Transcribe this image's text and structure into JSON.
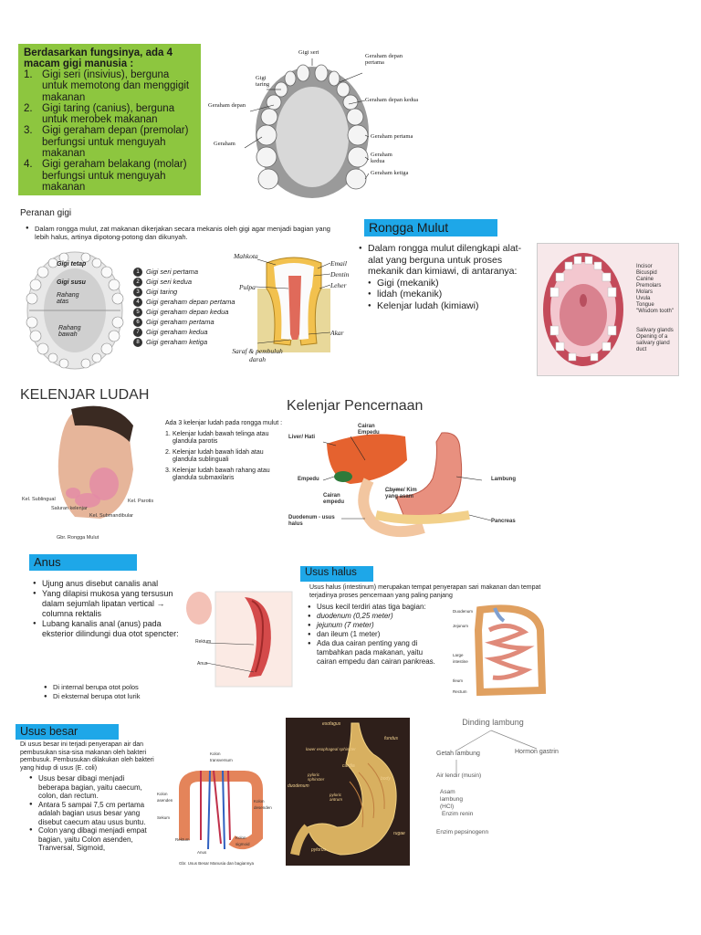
{
  "teeth_types": {
    "title": "Berdasarkan fungsinya, ada 4 macam gigi manusia :",
    "items": [
      {
        "n": "1.",
        "text": "Gigi seri (insivius), berguna untuk memotong dan menggigit makanan"
      },
      {
        "n": "2.",
        "text": "Gigi taring (canius), berguna untuk merobek makanan"
      },
      {
        "n": "3.",
        "text": "Gigi geraham depan (premolar) berfungsi untuk menguyah makanan"
      },
      {
        "n": "4.",
        "text": "Gigi geraham belakang (molar) berfungsi untuk menguyah makanan"
      }
    ]
  },
  "jaw_labels": {
    "gigi_seri": "Gigi seri",
    "gigi_taring": "Gigi taring",
    "geraham_depan_left": "Geraham depan",
    "geraham_left": "Geraham",
    "geraham_depan_pertama": "Geraham depan pertama",
    "geraham_depan_kedua": "Geraham depan kedua",
    "geraham_pertama": "Geraham pertama",
    "geraham_kedua": "Geraham kedua",
    "geraham_ketiga": "Geraham ketiga"
  },
  "peranan": {
    "heading": "Peranan gigi",
    "text": "Dalam rongga mulut, zat makanan dikerjakan secara mekanis oleh gigi agar menjadi bagian yang lebih halus, artinya dipotong-potong dan dikunyah."
  },
  "arch_labels": {
    "gigi_tetap": "Gigi tetap",
    "gigi_susu": "Gigi susu",
    "rahang_atas": "Rahang atas",
    "rahang_bawah": "Rahang bawah"
  },
  "legend": [
    {
      "num": "1",
      "text": "Gigi seri pertama"
    },
    {
      "num": "2",
      "text": "Gigi seri kedua"
    },
    {
      "num": "3",
      "text": "Gigi taring"
    },
    {
      "num": "4",
      "text": "Gigi geraham depan pertama"
    },
    {
      "num": "5",
      "text": "Gigi geraham depan kedua"
    },
    {
      "num": "6",
      "text": "Gigi geraham pertama"
    },
    {
      "num": "7",
      "text": "Gigi geraham kedua"
    },
    {
      "num": "8",
      "text": "Gigi geraham ketiga"
    }
  ],
  "tooth_section": {
    "mahkota": "Mahkota",
    "email": "Email",
    "dentin": "Dentin",
    "leher": "Leher",
    "pulpa": "Pulpa",
    "akar": "Akar",
    "saraf": "Saraf & pembuluh darah"
  },
  "rongga_mulut": {
    "heading": "Rongga Mulut",
    "intro": "Dalam rongga mulut dilengkapi alat-alat yang berguna untuk proses mekanik dan kimiawi, di antaranya:",
    "items": [
      "Gigi (mekanik)",
      "lidah (mekanik)",
      "Kelenjar ludah (kimiawi)"
    ]
  },
  "mouth_labels": [
    "Incisor",
    "Bicuspid",
    "Canine",
    "Premolars",
    "Molars",
    "Uvula",
    "Tongue",
    "\"Wisdom tooth\"",
    "Salivary glands",
    "Opening of a salivary gland duct"
  ],
  "kelenjar_ludah": {
    "heading": "KELENJAR LUDAH",
    "intro": "Ada 3 kelenjar ludah pada rongga mulut :",
    "items": [
      {
        "n": "1.",
        "text": "Kelenjar ludah bawah telinga atau glandula parotis"
      },
      {
        "n": "2.",
        "text": "Kelenjar ludah bawah lidah atau glandula sublinguali"
      },
      {
        "n": "3.",
        "text": "Kelenjar ludah bawah rahang atau glandula submaxilaris"
      }
    ],
    "fig_labels": {
      "sublingual": "Kel. Sublingual",
      "saluran": "Saluran kelenjar",
      "submandibular": "Kel. Submandibular",
      "parotis": "Kel. Parotis",
      "caption": "Gbr. Rongga Mulut"
    }
  },
  "kelenjar_pencernaan": {
    "heading": "Kelenjar Pencernaan",
    "labels": {
      "liver": "Liver/ Hati",
      "cairan_empedu_top": "Cairan Empedu",
      "empedu": "Empedu",
      "cairan_empedu": "Cairan empedu",
      "chyme": "Chyme/ Kim yang asam",
      "lambung": "Lambung",
      "duodenum": "Duodenum - usus halus",
      "pancreas": "Pancreas"
    }
  },
  "anus": {
    "heading": "Anus",
    "items": [
      "Ujung anus disebut canalis anal",
      "Yang dilapisi mukosa yang tersusun dalam sejumlah lipatan vertical → columna rektalis",
      "Lubang kanalis anal (anus) pada eksterior dilindungi dua otot spencter:"
    ],
    "sub_items": [
      "Di internal berupa otot polos",
      "Di eksternal berupa otot lurik"
    ],
    "fig_labels": {
      "rectum": "Rektum",
      "anus": "Anus"
    }
  },
  "usus_halus": {
    "heading": "Usus halus",
    "intro": "Usus halus (intestinum) merupakan tempat penyerapan sari makanan dan tempat terjadinya proses pencernaan yang paling panjang",
    "items": [
      "Usus kecil terdiri atas tiga bagian:",
      "duodenum (0,25 meter)",
      "jejunum (7 meter)",
      "dan ileum (1 meter)",
      "Ada dua cairan penting yang di tambahkan pada makanan, yaitu cairan empedu dan cairan pankreas."
    ],
    "fig_labels": [
      "Duodenum",
      "Jejunum",
      "Large intestine",
      "Ileum",
      "Rectum"
    ]
  },
  "usus_besar": {
    "heading": "Usus besar",
    "intro": "Di usus besar ini terjadi penyerapan air dan pembusukan sisa-sisa makanan oleh bakteri pembusuk. Pembusukan dilakukan oleh bakteri yang hidup di usus (E. coli)",
    "items": [
      "Usus besar dibagi menjadi beberapa bagian, yaitu caecum, colon, dan rectum.",
      "Antara 5 sampai 7,5 cm pertama adalah bagian usus besar yang disebut caecum atau usus buntu.",
      "Colon yang dibagi menjadi empat bagian, yaitu Colon asenden, Tranversal, Sigmoid,"
    ],
    "caption": "Gbr. Usus Besar Manusia dan bagiannya",
    "fig_labels": [
      "Kolon transversum",
      "Kolon asenden",
      "Kolon desenden",
      "Sekum",
      "Rektum",
      "Kolon sigmoid",
      "Anus"
    ]
  },
  "stomach_labels": [
    "esofagus",
    "fundus",
    "lower esophageal sphincter",
    "cardia",
    "pyloric sphincter",
    "duodenum",
    "pyloric antrum",
    "body",
    "pylorus",
    "rugae"
  ],
  "dinding_lambung": {
    "title": "Dinding lambung",
    "getah": "Getah lambung",
    "hormon": "Hormon gastrin",
    "items": [
      "Air lendir (musin)",
      "Asam lambung (HCl)",
      "Enzim renin",
      "Enzim pepsinogenn"
    ]
  }
}
